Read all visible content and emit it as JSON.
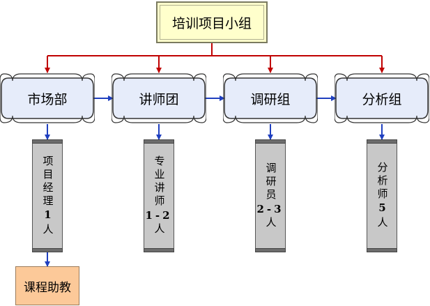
{
  "root": {
    "label": "培训项目小组"
  },
  "departments": [
    {
      "label": "市场部",
      "detail_lines": [
        "项",
        "目",
        "经",
        "理"
      ],
      "detail_count": "1",
      "detail_unit": "人"
    },
    {
      "label": "讲师团",
      "detail_lines": [
        "专",
        "业",
        "讲",
        "师"
      ],
      "detail_count": "1-2",
      "detail_unit": "人"
    },
    {
      "label": "调研组",
      "detail_lines": [
        "调",
        "研",
        "员"
      ],
      "detail_count": "2-3",
      "detail_unit": "人"
    },
    {
      "label": "分析组",
      "detail_lines": [
        "分",
        "析",
        "师"
      ],
      "detail_count": "5",
      "detail_unit": "人"
    }
  ],
  "assistant": {
    "label": "课程助教"
  },
  "colors": {
    "connector_red": "#c00000",
    "connector_blue": "#1f3fbf",
    "root_fill": "#ffffcc",
    "dept_fill": "#e6ecfa",
    "detail_fill": "#c8c8c8",
    "assistant_fill": "#fcc999"
  }
}
